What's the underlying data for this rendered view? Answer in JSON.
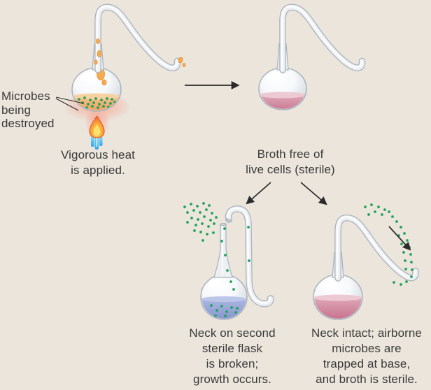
{
  "colors": {
    "background": "#ebe5dc",
    "text": "#3a3a3a",
    "arrow": "#2b2b2b",
    "microbe-green": "#21a15c",
    "glass-outline": "#a9b2bb",
    "glass-fill": "#edf0f3",
    "broth-pink": "#cd7e95",
    "broth-orange": "#eda05f",
    "broth-blue": "#8b9bd0",
    "flame-orange": "#f08a2e",
    "flame-blue": "#4ec1f0",
    "heat-glow": "#f5b5a4"
  },
  "heated_flask": {
    "label_lines": [
      "Microbes",
      "being",
      "destroyed"
    ],
    "caption_lines": [
      "Vigorous heat",
      "is applied."
    ]
  },
  "sterile_flask": {
    "caption_lines": [
      "Broth free of",
      "live cells (sterile)"
    ]
  },
  "broken_flask": {
    "caption_lines": [
      "Neck on second",
      "sterile flask",
      "is broken;",
      "growth occurs."
    ]
  },
  "intact_flask": {
    "caption_lines": [
      "Neck intact; airborne",
      "microbes are",
      "trapped at base,",
      "and broth is sterile."
    ]
  }
}
